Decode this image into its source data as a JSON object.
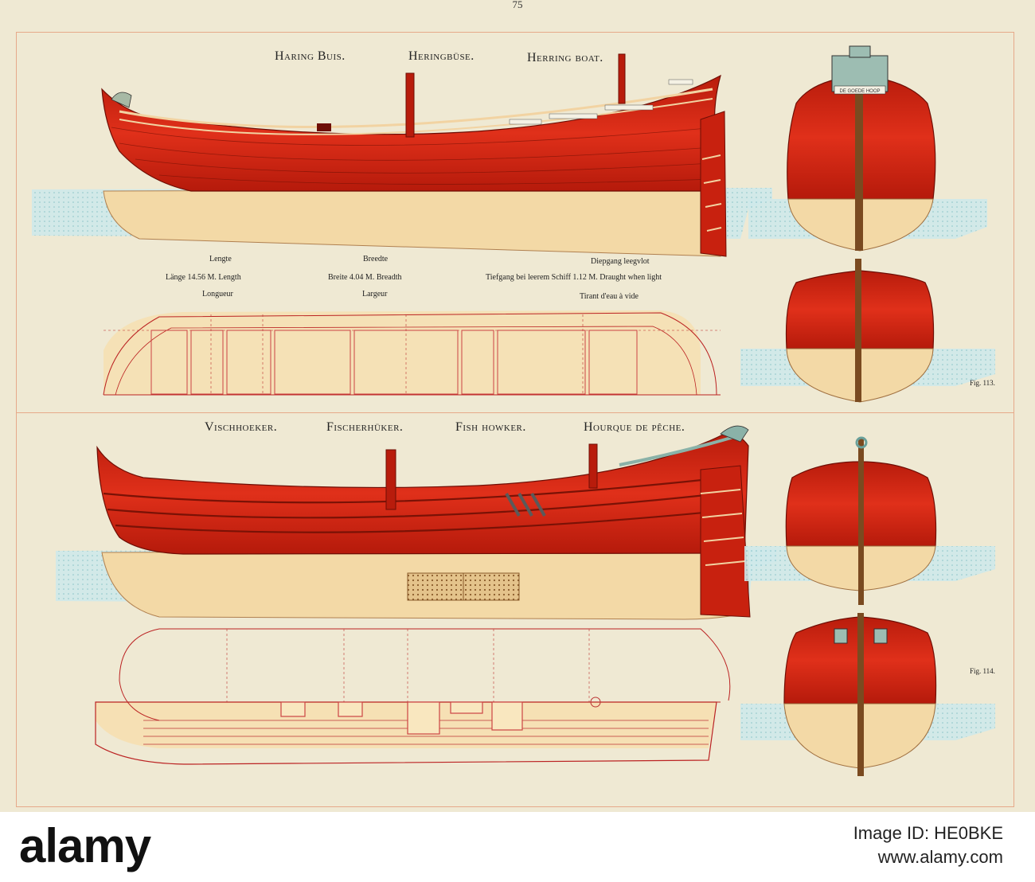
{
  "page_number": "75",
  "plate1": {
    "title_nl": "Haring Buis.",
    "title_de": "Heringbüse.",
    "title_en": "Herring boat.",
    "stern_name": "DE GOEDE HOOP",
    "dims": {
      "length_nl": "Lengte",
      "length_line": "Länge  14.56 M.  Length",
      "length_fr": "Longueur",
      "breadth_nl": "Breedte",
      "breadth_line": "Breite  4.04 M.  Breadth",
      "breadth_fr": "Largeur",
      "draught_nl": "Diepgang leegvlot",
      "draught_line": "Tiefgang bei leerem Schiff    1.12 M.    Draught when light",
      "draught_fr": "Tirant d'eau à vide"
    },
    "fig": "Fig. 113."
  },
  "plate2": {
    "title_nl": "Vischhoeker.",
    "title_de": "Fischerhüker.",
    "title_en": "Fish howker.",
    "title_fr": "Hourque de pêche.",
    "fig": "Fig. 114."
  },
  "footer": {
    "brand": "alamy",
    "image_id_label": "Image ID: HE0BKE",
    "url": "www.alamy.com"
  },
  "colors": {
    "hull_red": "#c8210f",
    "hull_dark": "#8e1208",
    "underwater": "#f3d9a6",
    "water": "#bfe3e6",
    "paper": "#efe9d3",
    "frame": "#e6a98a"
  }
}
